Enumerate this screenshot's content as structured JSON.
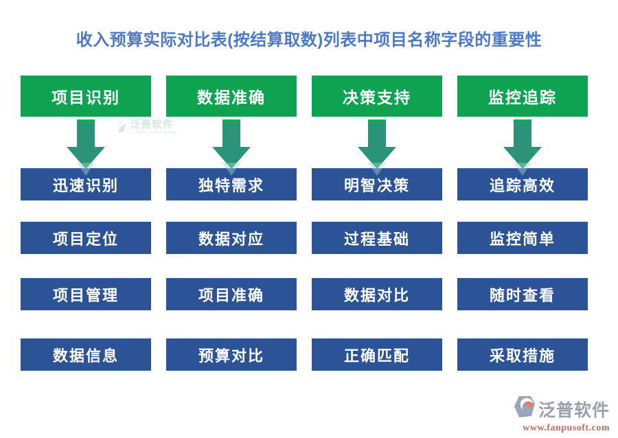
{
  "title": "收入预算实际对比表(按结算取数)列表中项目名称字段的重要性",
  "columns": [
    {
      "header": "项目识别",
      "items": [
        "迅速识别",
        "项目定位",
        "项目管理",
        "数据信息"
      ]
    },
    {
      "header": "数据准确",
      "items": [
        "独特需求",
        "数据对应",
        "项目准确",
        "预算对比"
      ]
    },
    {
      "header": "决策支持",
      "items": [
        "明智决策",
        "过程基础",
        "数据对比",
        "正确匹配"
      ]
    },
    {
      "header": "监控追踪",
      "items": [
        "追踪高效",
        "监控简单",
        "随时查看",
        "采取措施"
      ]
    }
  ],
  "watermark": {
    "brand": "泛普软件",
    "subtext": "FANPU SOFTWARE"
  },
  "footer": {
    "brand": "泛普软件",
    "url": "www.fanpusoft.com"
  },
  "colors": {
    "title_blue": "#4b79c8",
    "header_green": "#0ea351",
    "box_blue": "#2d5397",
    "arrow_green": "#10ab52",
    "arrow_teal": "#2b9478",
    "footer_brand_gray": "#99a1ac",
    "footer_url_red": "#bd6a5e"
  }
}
